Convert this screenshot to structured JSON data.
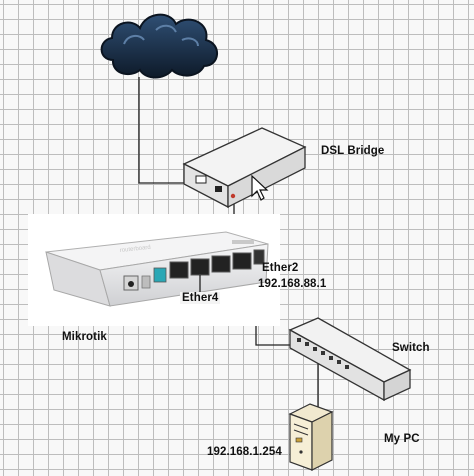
{
  "labels": {
    "dsl_bridge": "DSL Bridge",
    "ether2": "Ether2",
    "ether2_ip": "192.168.88.1",
    "ether4": "Ether4",
    "mikrotik": "Mikrotik",
    "switch": "Switch",
    "my_pc": "My PC",
    "pc_ip": "192.168.1.254"
  },
  "colors": {
    "cloud": "#1b3048",
    "cable": "#222222",
    "device_body": "#e9e9ea",
    "port_highlight": "#2aa7b5"
  }
}
